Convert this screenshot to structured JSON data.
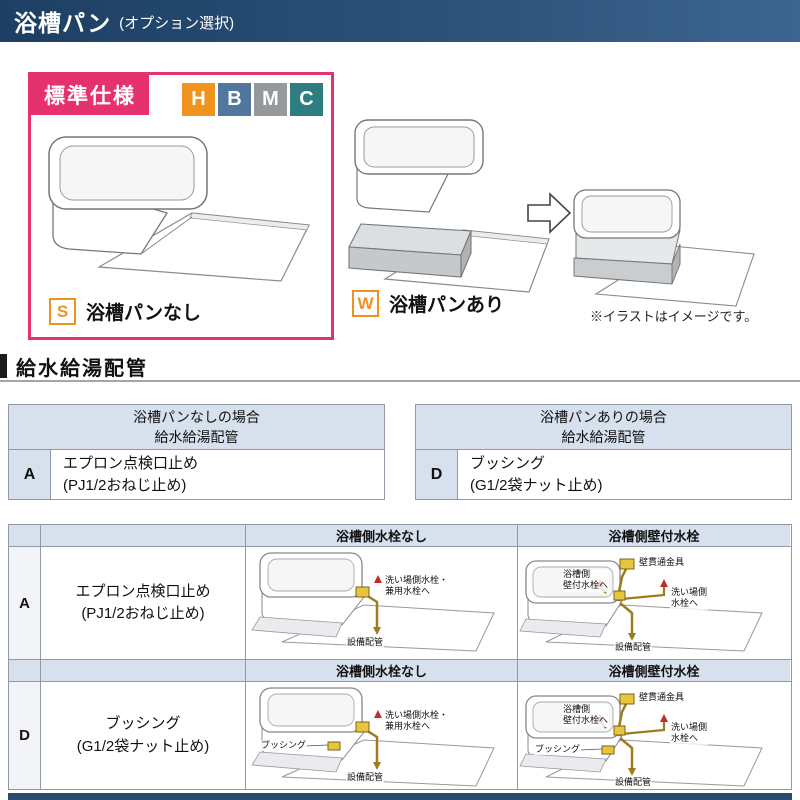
{
  "header": {
    "title": "浴槽パン",
    "subtitle": "(オプション選択)"
  },
  "options": {
    "standard_label": "標準仕様",
    "badges": [
      {
        "letter": "H",
        "color": "#f0931f"
      },
      {
        "letter": "B",
        "color": "#51779e"
      },
      {
        "letter": "M",
        "color": "#95999d"
      },
      {
        "letter": "C",
        "color": "#2e7d80"
      }
    ],
    "left": {
      "code": "S",
      "label": "浴槽パンなし"
    },
    "right": {
      "code": "W",
      "label": "浴槽パンあり"
    },
    "note": "※イラストはイメージです。",
    "code_color": "#ef9222",
    "box_color": "#e5316f"
  },
  "section": {
    "title": "給水給湯配管"
  },
  "summary": {
    "left": {
      "header_line1": "浴槽パンなしの場合",
      "header_line2": "給水給湯配管",
      "code": "A",
      "desc_line1": "エプロン点検口止め",
      "desc_line2": "(PJ1/2おねじ止め)"
    },
    "right": {
      "header_line1": "浴槽パンありの場合",
      "header_line2": "給水給湯配管",
      "code": "D",
      "desc_line1": "ブッシング",
      "desc_line2": "(G1/2袋ナット止め)"
    }
  },
  "detail": {
    "col_no_faucet": "浴槽側水栓なし",
    "col_wall_faucet": "浴槽側壁付水栓",
    "row_a": {
      "code": "A",
      "desc_line1": "エプロン点検口止め",
      "desc_line2": "(PJ1/2おねじ止め)",
      "cell1": {
        "label1_line1": "洗い場側水栓・",
        "label1_line2": "兼用水栓へ",
        "pipe_label": "設備配管"
      },
      "cell2": {
        "wall_fitting": "壁貫通金具",
        "tub_side_line1": "浴槽側",
        "tub_side_line2": "壁付水栓へ",
        "wash_side_line1": "洗い場側",
        "wash_side_line2": "水栓へ",
        "pipe_label": "設備配管"
      }
    },
    "row_d": {
      "code": "D",
      "desc_line1": "ブッシング",
      "desc_line2": "(G1/2袋ナット止め)",
      "cell1": {
        "bushing": "ブッシング",
        "label1_line1": "洗い場側水栓・",
        "label1_line2": "兼用水栓へ",
        "pipe_label": "設備配管"
      },
      "cell2": {
        "wall_fitting": "壁貫通金具",
        "tub_side_line1": "浴槽側",
        "tub_side_line2": "壁付水栓へ",
        "wash_side_line1": "洗い場側",
        "wash_side_line2": "水栓へ",
        "bushing": "ブッシング",
        "pipe_label": "設備配管"
      }
    }
  }
}
